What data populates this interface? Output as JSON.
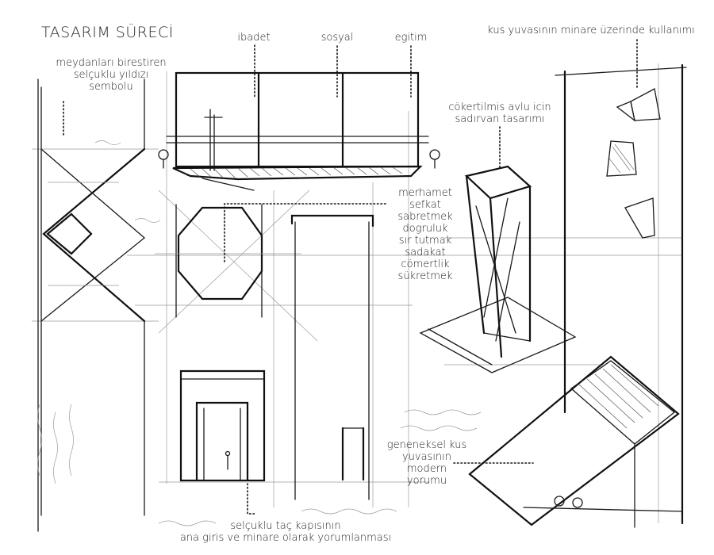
{
  "title": "TASARIM SÜRECİ",
  "labels": {
    "star_symbol": [
      "meydanları birestiren",
      "selçuklu yıldızı",
      "sembolu"
    ],
    "ibadet": "ibadet",
    "sosyal": "sosyal",
    "egitim": "egitim",
    "bird_nest_use": "kus yuvasının minare üzerinde kullanımı",
    "fountain_design": [
      "cökertilmis avlu icin",
      "sadırvan tasarımı"
    ],
    "values_list": [
      "merhamet",
      "sefkat",
      "sabretmek",
      "dogruluk",
      "sır tutmak",
      "sadakat",
      "cömertlik",
      "sükretmek"
    ],
    "modern_nest": [
      "geneneksel kus",
      "yuvasının",
      "modern",
      "yorumu"
    ],
    "gate_interpretation": [
      "selçuklu taç kapısının",
      "ana giris ve minare olarak yorumlanması"
    ]
  }
}
